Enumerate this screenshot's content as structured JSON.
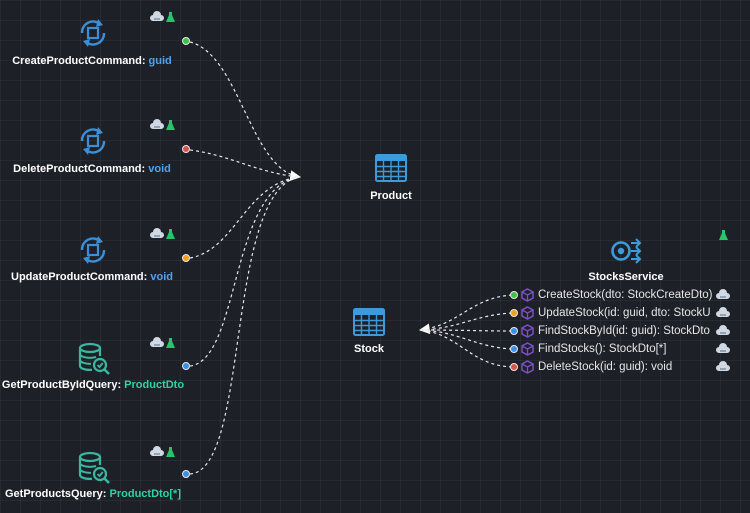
{
  "colors": {
    "background": "#1d2027",
    "command_icon": "#3a8fd6",
    "query_icon": "#38b8a0",
    "entity_icon": "#3d9bd9",
    "port_green": "#3fc24a",
    "port_red": "#d9534f",
    "port_orange": "#f0a020",
    "port_blue": "#3d8ee6",
    "method_cube": "#7b4fc9"
  },
  "commands": [
    {
      "name": "CreateProductCommand: ",
      "return_type": "guid",
      "icon": "refresh-cube-icon",
      "port": "green"
    },
    {
      "name": "DeleteProductCommand: ",
      "return_type": "void",
      "icon": "refresh-cube-icon",
      "port": "red"
    },
    {
      "name": "UpdateProductCommand: ",
      "return_type": "void",
      "icon": "refresh-cube-icon",
      "port": "orange"
    }
  ],
  "queries": [
    {
      "name": "GetProductByIdQuery: ",
      "return_type": "ProductDto",
      "icon": "database-search-icon",
      "port": "blue"
    },
    {
      "name": "GetProductsQuery: ",
      "return_type": "ProductDto[*]",
      "icon": "database-search-icon",
      "port": "blue"
    }
  ],
  "entities": {
    "product": {
      "name": "Product",
      "icon": "table-icon"
    },
    "stock": {
      "name": "Stock",
      "icon": "table-icon"
    }
  },
  "service": {
    "name": "StocksService",
    "icon": "service-icon",
    "methods": [
      {
        "label": "CreateStock(dto: StockCreateDto)",
        "port": "green"
      },
      {
        "label": "UpdateStock(id: guid, dto: StockU",
        "port": "orange"
      },
      {
        "label": "FindStockById(id: guid): StockDto",
        "port": "blue"
      },
      {
        "label": "FindStocks(): StockDto[*]",
        "port": "blue"
      },
      {
        "label": "DeleteStock(id: guid): void",
        "port": "red"
      }
    ]
  },
  "badge_icons": [
    "cloud-icon",
    "flask-icon"
  ],
  "connector_style": "dashed"
}
